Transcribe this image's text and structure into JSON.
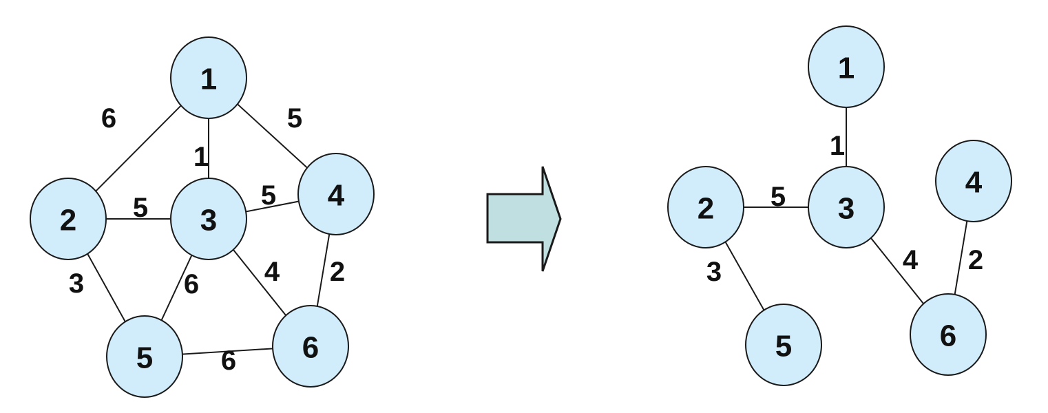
{
  "colors": {
    "node_fill": "#d1ecfb",
    "arrow_fill": "#bfdfe0",
    "line": "#1a1a1a"
  },
  "graphs": [
    {
      "name": "original-graph",
      "nodes": [
        "1",
        "2",
        "3",
        "4",
        "5",
        "6"
      ],
      "edges": [
        {
          "from": "1",
          "to": "2",
          "weight": "6"
        },
        {
          "from": "1",
          "to": "3",
          "weight": "1"
        },
        {
          "from": "1",
          "to": "4",
          "weight": "5"
        },
        {
          "from": "2",
          "to": "3",
          "weight": "5"
        },
        {
          "from": "3",
          "to": "4",
          "weight": "5"
        },
        {
          "from": "2",
          "to": "5",
          "weight": "3"
        },
        {
          "from": "3",
          "to": "5",
          "weight": "6"
        },
        {
          "from": "3",
          "to": "6",
          "weight": "4"
        },
        {
          "from": "4",
          "to": "6",
          "weight": "2"
        },
        {
          "from": "5",
          "to": "6",
          "weight": "6"
        }
      ]
    },
    {
      "name": "spanning-tree",
      "nodes": [
        "1",
        "2",
        "3",
        "4",
        "5",
        "6"
      ],
      "edges": [
        {
          "from": "1",
          "to": "3",
          "weight": "1"
        },
        {
          "from": "2",
          "to": "3",
          "weight": "5"
        },
        {
          "from": "2",
          "to": "5",
          "weight": "3"
        },
        {
          "from": "3",
          "to": "6",
          "weight": "4"
        },
        {
          "from": "4",
          "to": "6",
          "weight": "2"
        }
      ]
    }
  ]
}
